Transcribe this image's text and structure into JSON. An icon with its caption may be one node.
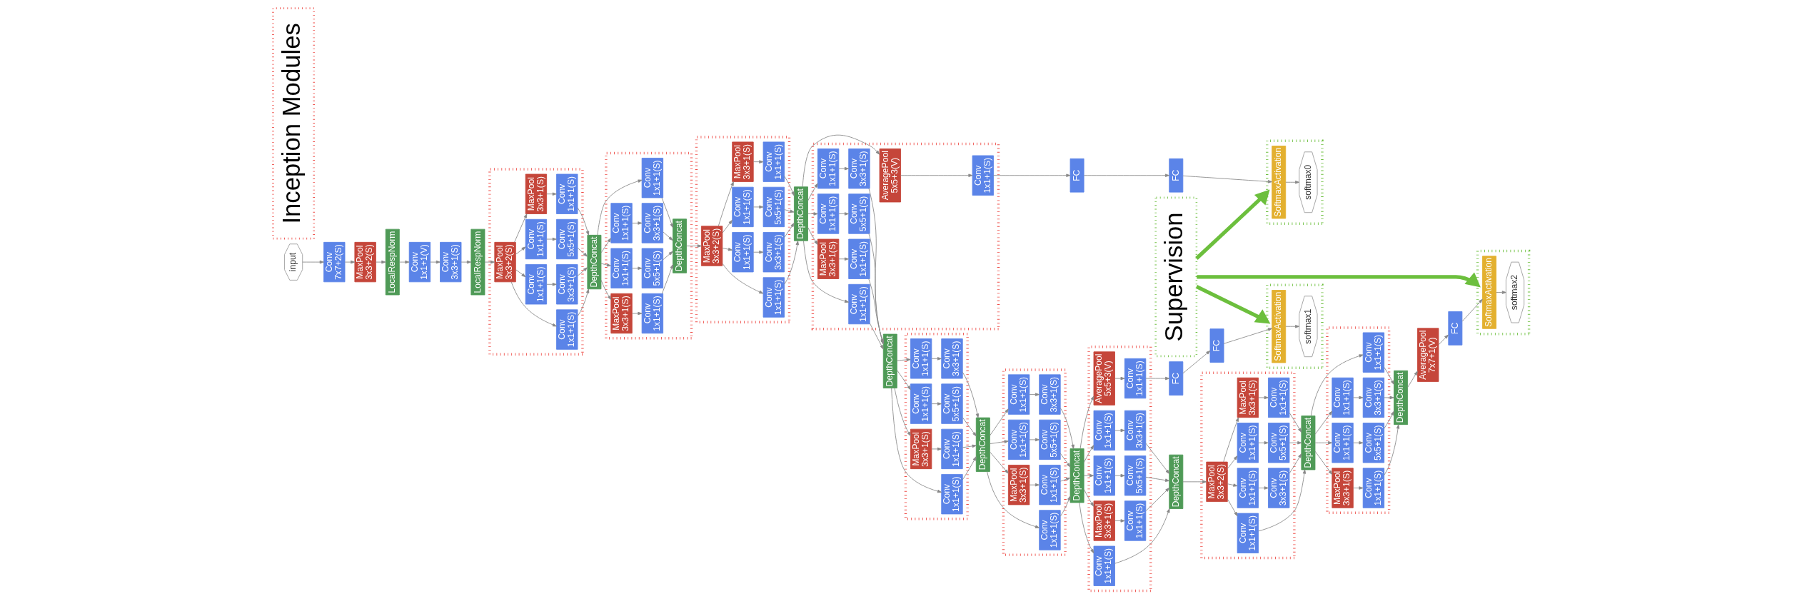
{
  "diagram": {
    "nodes": [
      {
        "text": [
          "input"
        ]
      },
      {
        "text": [
          "Conv 7x7+2(S)"
        ]
      },
      {
        "text": [
          "MaxPool 3x3+2(S)"
        ]
      },
      {
        "text": [
          "LocalRespNorm"
        ]
      },
      {
        "text": [
          "Conv 1x1+1(V)"
        ]
      },
      {
        "text": [
          "Conv 3x3+1(S)"
        ]
      },
      {
        "text": [
          "LocalRespNorm"
        ]
      },
      {
        "text": [],
        "shape": "box"
      },
      {
        "text": [
          "MaxPool 3x3+2(S)"
        ],
        "in": 7
      },
      {
        "text": [
          "Conv 1x1+1(S)"
        ],
        "in": 7
      },
      {
        "text": [
          "Conv 1x1+1(S)"
        ],
        "in": 7
      },
      {
        "text": [
          "Conv 3x3+1(S)"
        ],
        "in": 7
      },
      {
        "text": [
          "Conv 1x1+1(S)"
        ],
        "in": 7
      },
      {
        "text": [
          "Conv 5x5+1(S)"
        ],
        "in": 7
      },
      {
        "text": [
          "MaxPool 3x3+1(S)"
        ],
        "in": 7
      },
      {
        "text": [
          "Conv 1x1+1(S)"
        ],
        "in": 7
      },
      {
        "text": [
          "DepthConcat"
        ]
      },
      {
        "text": [],
        "shape": "box"
      },
      {
        "text": [
          "Conv 1x1+1(S)"
        ],
        "in": 17
      },
      {
        "text": [
          "Conv 1x1+1(S)"
        ],
        "in": 17
      },
      {
        "text": [
          "Conv 3x3+1(S)"
        ],
        "in": 17
      },
      {
        "text": [
          "Conv 1x1+1(S)"
        ],
        "in": 17
      },
      {
        "text": [
          "Conv 5x5+1(S)"
        ],
        "in": 17
      },
      {
        "text": [
          "MaxPool 3x3+1(S)"
        ],
        "in": 17
      },
      {
        "text": [
          "Conv 1x1+1(S)"
        ],
        "in": 17
      },
      {
        "text": [
          "DepthConcat"
        ],
        "in": 17
      },
      {
        "text": [],
        "shape": "box"
      },
      {
        "text": [
          "MaxPool 3x3+2(S)"
        ],
        "in": 26
      },
      {
        "text": [
          "Conv 1x1+1(S)"
        ],
        "in": 26
      },
      {
        "text": [
          "Conv 1x1+1(S)"
        ],
        "in": 26
      },
      {
        "text": [
          "Conv 3x3+1(S)"
        ],
        "in": 26
      },
      {
        "text": [
          "Conv 1x1+1(S)"
        ],
        "in": 26
      },
      {
        "text": [
          "Conv 5x5+1(S)"
        ],
        "in": 26
      },
      {
        "text": [
          "MaxPool 3x3+1(S)"
        ],
        "in": 26
      },
      {
        "text": [
          "Conv 1x1+1(S)"
        ],
        "in": 26
      },
      {
        "text": [
          "DepthConcat"
        ]
      },
      {
        "text": [],
        "shape": "box"
      },
      {
        "text": [
          "Conv 1x1+1(S)"
        ],
        "in": 36
      },
      {
        "text": [
          "Conv 1x1+1(S)"
        ],
        "in": 36
      },
      {
        "text": [
          "Conv 3x3+1(S)"
        ],
        "in": 36
      },
      {
        "text": [
          "Conv 1x1+1(S)"
        ],
        "in": 36
      },
      {
        "text": [
          "Conv 5x5+1(S)"
        ],
        "in": 36
      },
      {
        "text": [
          "MaxPool 3x3+1(S)"
        ],
        "in": 36
      },
      {
        "text": [
          "Conv 1x1+1(S)"
        ],
        "in": 36
      },
      {
        "text": [
          "AveragePool 5x5+3(V)"
        ],
        "in": 36
      },
      {
        "text": [
          "Conv 1x1+1(S)"
        ],
        "in": 36
      },
      {
        "text": [
          "FC"
        ]
      },
      {
        "text": [
          "DepthConcat"
        ]
      },
      {
        "text": [
          "FC"
        ]
      },
      {
        "text": [],
        "shape": "box"
      },
      {
        "text": [
          "SoftmaxActivation"
        ],
        "in": 49
      },
      {
        "text": [
          "softmax0"
        ],
        "in": 49
      },
      {
        "text": [],
        "shape": "box"
      },
      {
        "text": [
          "Conv 1x1+1(S)"
        ],
        "in": 52
      },
      {
        "text": [
          "Conv 1x1+1(S)"
        ],
        "in": 52
      },
      {
        "text": [
          "Conv 3x3+1(S)"
        ],
        "in": 52
      },
      {
        "text": [
          "Conv 1x1+1(S)"
        ],
        "in": 52
      },
      {
        "text": [
          "Conv 5x5+1(S)"
        ],
        "in": 52
      },
      {
        "text": [
          "MaxPool 3x3+1(S)"
        ],
        "in": 52
      },
      {
        "text": [
          "Conv 1x1+1(S)"
        ],
        "in": 52
      },
      {
        "text": [
          "DepthConcat"
        ]
      },
      {
        "text": [],
        "shape": "box"
      },
      {
        "text": [
          "Conv 1x1+1(S)"
        ],
        "in": 61
      },
      {
        "text": [
          "Conv 1x1+1(S)"
        ],
        "in": 61
      },
      {
        "text": [
          "Conv 3x3+1(S)"
        ],
        "in": 61
      },
      {
        "text": [
          "Conv 1x1+1(S)"
        ],
        "in": 61
      },
      {
        "text": [
          "Conv 5x5+1(S)"
        ],
        "in": 61
      },
      {
        "text": [
          "MaxPool 3x3+1(S)"
        ],
        "in": 61
      },
      {
        "text": [
          "Conv 1x1+1(S)"
        ],
        "in": 61
      },
      {
        "text": [
          "DepthConcat"
        ]
      },
      {
        "text": [],
        "shape": "box"
      },
      {
        "text": [
          "Conv 1x1+1(S)"
        ],
        "in": 70
      },
      {
        "text": [
          "Conv 1x1+1(S)"
        ],
        "in": 70
      },
      {
        "text": [
          "Conv 3x3+1(S)"
        ],
        "in": 70
      },
      {
        "text": [
          "Conv 1x1+1(S)"
        ],
        "in": 70
      },
      {
        "text": [
          "Conv 5x5+1(S)"
        ],
        "in": 70
      },
      {
        "text": [
          "MaxPool 3x3+1(S)"
        ],
        "in": 70
      },
      {
        "text": [
          "Conv 1x1+1(S)"
        ],
        "in": 70
      },
      {
        "text": [
          "AveragePool 5x5+3(V)"
        ],
        "in": 70
      },
      {
        "text": [
          "Conv 1x1+1(S)"
        ],
        "in": 70
      },
      {
        "text": [
          "FC"
        ]
      },
      {
        "text": [
          "FC"
        ]
      },
      {
        "text": [],
        "shape": "box"
      },
      {
        "text": [
          "SoftmaxActivation"
        ],
        "in": 82
      },
      {
        "text": [
          "softmax1"
        ],
        "in": 82
      },
      {
        "text": [
          "DepthConcat"
        ]
      },
      {
        "text": [],
        "shape": "box"
      },
      {
        "text": [
          "MaxPool 3x3+2(S)"
        ],
        "in": 86
      },
      {
        "text": [
          "Conv 1x1+1(S)"
        ],
        "in": 86
      },
      {
        "text": [
          "Conv 1x1+1(S)"
        ],
        "in": 86
      },
      {
        "text": [
          "Conv 3x3+1(S)"
        ],
        "in": 86
      },
      {
        "text": [
          "Conv 1x1+1(S)"
        ],
        "in": 86
      },
      {
        "text": [
          "Conv 5x5+1(S)"
        ],
        "in": 86
      },
      {
        "text": [
          "MaxPool 3x3+1(S)"
        ],
        "in": 86
      },
      {
        "text": [
          "Conv 1x1+1(S)"
        ],
        "in": 86
      },
      {
        "text": [
          "DepthConcat"
        ]
      },
      {
        "text": [],
        "shape": "box"
      },
      {
        "text": [
          "Conv 1x1+1(S)"
        ],
        "in": 96
      },
      {
        "text": [
          "Conv 1x1+1(S)"
        ],
        "in": 96
      },
      {
        "text": [
          "Conv 3x3+1(S)"
        ],
        "in": 96
      },
      {
        "text": [
          "Conv 1x1+1(S)"
        ],
        "in": 96
      },
      {
        "text": [
          "Conv 5x5+1(S)"
        ],
        "in": 96
      },
      {
        "text": [
          "MaxPool 3x3+1(S)"
        ],
        "in": 96
      },
      {
        "text": [
          "Conv 1x1+1(S)"
        ],
        "in": 96
      },
      {
        "text": [
          "DepthConcat"
        ]
      },
      {
        "text": [
          "AveragePool 7x7+1(V)"
        ]
      },
      {
        "text": [
          "FC"
        ]
      },
      {
        "text": [],
        "shape": "box"
      },
      {
        "text": [
          "SoftmaxActivation"
        ],
        "in": 107
      },
      {
        "text": [
          "softmax2"
        ],
        "in": 107
      },
      {
        "text": [
          "Inception Modules"
        ]
      },
      {
        "text": [
          "Supervision"
        ]
      }
    ],
    "edges": [
      {
        "from": 0,
        "to": 1,
        "arrow": "to"
      },
      {
        "from": 1,
        "to": 2,
        "arrow": "to"
      },
      {
        "from": 2,
        "to": 3,
        "arrow": "to"
      },
      {
        "from": 3,
        "to": 4,
        "arrow": "to"
      },
      {
        "from": 4,
        "to": 5,
        "arrow": "to"
      },
      {
        "from": 5,
        "to": 6,
        "arrow": "to"
      },
      {
        "from": 6,
        "to": 8,
        "arrow": "to"
      },
      {
        "from": 8,
        "to": 9,
        "arrow": "to"
      },
      {
        "from": 8,
        "to": 10,
        "arrow": "to"
      },
      {
        "from": 10,
        "to": 11,
        "arrow": "to"
      },
      {
        "from": 8,
        "to": 12,
        "arrow": "to"
      },
      {
        "from": 12,
        "to": 13,
        "arrow": "to"
      },
      {
        "from": 8,
        "to": 14,
        "arrow": "to"
      },
      {
        "from": 14,
        "to": 15,
        "arrow": "to"
      },
      {
        "from": 9,
        "to": 16,
        "arrow": "to"
      },
      {
        "from": 11,
        "to": 16,
        "arrow": "to"
      },
      {
        "from": 13,
        "to": 16,
        "arrow": "to"
      },
      {
        "from": 15,
        "to": 16,
        "arrow": "to"
      },
      {
        "from": 16,
        "to": 18,
        "arrow": "to"
      },
      {
        "from": 16,
        "to": 19,
        "arrow": "to"
      },
      {
        "from": 19,
        "to": 20,
        "arrow": "to"
      },
      {
        "from": 16,
        "to": 21,
        "arrow": "to"
      },
      {
        "from": 21,
        "to": 22,
        "arrow": "to"
      },
      {
        "from": 16,
        "to": 23,
        "arrow": "to"
      },
      {
        "from": 23,
        "to": 24,
        "arrow": "to"
      },
      {
        "from": 18,
        "to": 25,
        "arrow": "to"
      },
      {
        "from": 20,
        "to": 25,
        "arrow": "to"
      },
      {
        "from": 22,
        "to": 25,
        "arrow": "to"
      },
      {
        "from": 24,
        "to": 25,
        "arrow": "to"
      },
      {
        "from": 25,
        "to": 27,
        "arrow": "to"
      },
      {
        "from": 27,
        "to": 28,
        "arrow": "to"
      },
      {
        "from": 27,
        "to": 29,
        "arrow": "to"
      },
      {
        "from": 29,
        "to": 30,
        "arrow": "to"
      },
      {
        "from": 27,
        "to": 31,
        "arrow": "to"
      },
      {
        "from": 31,
        "to": 32,
        "arrow": "to"
      },
      {
        "from": 27,
        "to": 33,
        "arrow": "to"
      },
      {
        "from": 33,
        "to": 34,
        "arrow": "to"
      },
      {
        "from": 28,
        "to": 35,
        "arrow": "to"
      },
      {
        "from": 30,
        "to": 35,
        "arrow": "to"
      },
      {
        "from": 32,
        "to": 35,
        "arrow": "to"
      },
      {
        "from": 34,
        "to": 35,
        "arrow": "to"
      },
      {
        "from": 35,
        "to": 37,
        "arrow": "to"
      },
      {
        "from": 35,
        "to": 38,
        "arrow": "to"
      },
      {
        "from": 38,
        "to": 39,
        "arrow": "to"
      },
      {
        "from": 35,
        "to": 40,
        "arrow": "to"
      },
      {
        "from": 40,
        "to": 41,
        "arrow": "to"
      },
      {
        "from": 35,
        "to": 42,
        "arrow": "to"
      },
      {
        "from": 42,
        "to": 43,
        "arrow": "to"
      },
      {
        "from": 37,
        "to": 47,
        "arrow": "to"
      },
      {
        "from": 39,
        "to": 47,
        "arrow": "to"
      },
      {
        "from": 41,
        "to": 47,
        "arrow": "to"
      },
      {
        "from": 43,
        "to": 47,
        "arrow": "to"
      },
      {
        "from": 35,
        "to": 44,
        "arrow": "to"
      },
      {
        "from": 44,
        "to": 45,
        "arrow": "to"
      },
      {
        "from": 45,
        "to": 46,
        "arrow": "to"
      },
      {
        "from": 46,
        "to": 48,
        "arrow": "to"
      },
      {
        "from": 48,
        "to": 50,
        "arrow": "to"
      },
      {
        "from": 50,
        "to": 51,
        "arrow": "to"
      },
      {
        "from": 47,
        "to": 53,
        "arrow": "to"
      },
      {
        "from": 47,
        "to": 54,
        "arrow": "to"
      },
      {
        "from": 54,
        "to": 55,
        "arrow": "to"
      },
      {
        "from": 47,
        "to": 56,
        "arrow": "to"
      },
      {
        "from": 56,
        "to": 57,
        "arrow": "to"
      },
      {
        "from": 47,
        "to": 58,
        "arrow": "to"
      },
      {
        "from": 58,
        "to": 59,
        "arrow": "to"
      },
      {
        "from": 53,
        "to": 60,
        "arrow": "to"
      },
      {
        "from": 55,
        "to": 60,
        "arrow": "to"
      },
      {
        "from": 57,
        "to": 60,
        "arrow": "to"
      },
      {
        "from": 59,
        "to": 60,
        "arrow": "to"
      },
      {
        "from": 60,
        "to": 62,
        "arrow": "to"
      },
      {
        "from": 60,
        "to": 63,
        "arrow": "to"
      },
      {
        "from": 63,
        "to": 64,
        "arrow": "to"
      },
      {
        "from": 60,
        "to": 65,
        "arrow": "to"
      },
      {
        "from": 65,
        "to": 66,
        "arrow": "to"
      },
      {
        "from": 60,
        "to": 67,
        "arrow": "to"
      },
      {
        "from": 67,
        "to": 68,
        "arrow": "to"
      },
      {
        "from": 62,
        "to": 69,
        "arrow": "to"
      },
      {
        "from": 64,
        "to": 69,
        "arrow": "to"
      },
      {
        "from": 66,
        "to": 69,
        "arrow": "to"
      },
      {
        "from": 68,
        "to": 69,
        "arrow": "to"
      },
      {
        "from": 69,
        "to": 71,
        "arrow": "to"
      },
      {
        "from": 69,
        "to": 72,
        "arrow": "to"
      },
      {
        "from": 72,
        "to": 73,
        "arrow": "to"
      },
      {
        "from": 69,
        "to": 74,
        "arrow": "to"
      },
      {
        "from": 74,
        "to": 75,
        "arrow": "to"
      },
      {
        "from": 69,
        "to": 76,
        "arrow": "to"
      },
      {
        "from": 76,
        "to": 77,
        "arrow": "to"
      },
      {
        "from": 71,
        "to": 85,
        "arrow": "to"
      },
      {
        "from": 73,
        "to": 85,
        "arrow": "to"
      },
      {
        "from": 75,
        "to": 85,
        "arrow": "to"
      },
      {
        "from": 77,
        "to": 85,
        "arrow": "to"
      },
      {
        "from": 69,
        "to": 78,
        "arrow": "to"
      },
      {
        "from": 78,
        "to": 79,
        "arrow": "to"
      },
      {
        "from": 79,
        "to": 80,
        "arrow": "to"
      },
      {
        "from": 80,
        "to": 81,
        "arrow": "to"
      },
      {
        "from": 81,
        "to": 83,
        "arrow": "to"
      },
      {
        "from": 83,
        "to": 84,
        "arrow": "to"
      },
      {
        "from": 85,
        "to": 87,
        "arrow": "to"
      },
      {
        "from": 87,
        "to": 88,
        "arrow": "to"
      },
      {
        "from": 87,
        "to": 89,
        "arrow": "to"
      },
      {
        "from": 89,
        "to": 90,
        "arrow": "to"
      },
      {
        "from": 87,
        "to": 91,
        "arrow": "to"
      },
      {
        "from": 91,
        "to": 92,
        "arrow": "to"
      },
      {
        "from": 87,
        "to": 93,
        "arrow": "to"
      },
      {
        "from": 93,
        "to": 94,
        "arrow": "to"
      },
      {
        "from": 88,
        "to": 95,
        "arrow": "to"
      },
      {
        "from": 90,
        "to": 95,
        "arrow": "to"
      },
      {
        "from": 92,
        "to": 95,
        "arrow": "to"
      },
      {
        "from": 94,
        "to": 95,
        "arrow": "to"
      },
      {
        "from": 95,
        "to": 97,
        "arrow": "to"
      },
      {
        "from": 95,
        "to": 98,
        "arrow": "to"
      },
      {
        "from": 98,
        "to": 99,
        "arrow": "to"
      },
      {
        "from": 95,
        "to": 100,
        "arrow": "to"
      },
      {
        "from": 100,
        "to": 101,
        "arrow": "to"
      },
      {
        "from": 95,
        "to": 102,
        "arrow": "to"
      },
      {
        "from": 102,
        "to": 103,
        "arrow": "to"
      },
      {
        "from": 97,
        "to": 104,
        "arrow": "to"
      },
      {
        "from": 99,
        "to": 104,
        "arrow": "to"
      },
      {
        "from": 101,
        "to": 104,
        "arrow": "to"
      },
      {
        "from": 103,
        "to": 104,
        "arrow": "to"
      },
      {
        "from": 104,
        "to": 105,
        "arrow": "to"
      },
      {
        "from": 105,
        "to": 106,
        "arrow": "to"
      },
      {
        "from": 106,
        "to": 108,
        "arrow": "to"
      },
      {
        "from": 108,
        "to": 109,
        "arrow": "to"
      },
      {
        "from": 111,
        "to": 49,
        "arrow": "to",
        "style": "thick",
        "color": "#6cbf3d"
      },
      {
        "from": 111,
        "to": 82,
        "arrow": "to",
        "style": "thick",
        "color": "#6cbf3d"
      },
      {
        "from": 111,
        "to": 107,
        "arrow": "to",
        "style": "thick",
        "color": "#6cbf3d"
      }
    ]
  }
}
